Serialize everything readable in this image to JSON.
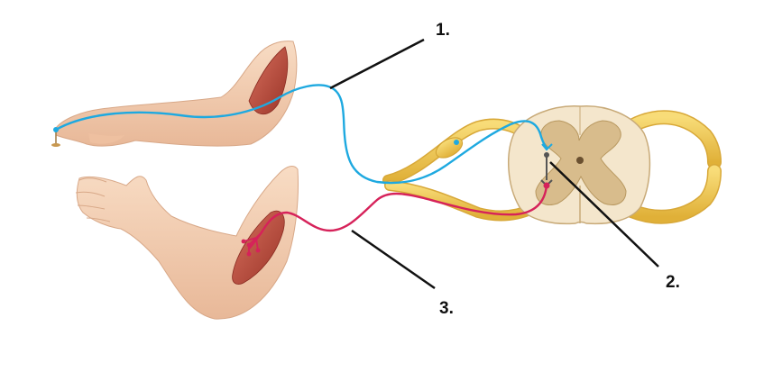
{
  "labels": {
    "one": "1.",
    "two": "2.",
    "three": "3."
  },
  "colors": {
    "sensory_neuron": "#1ea9e0",
    "motor_neuron": "#d6225a",
    "interneuron": "#555555",
    "nerve": "#f1c84a",
    "skin": "#f3cdb0",
    "muscle": "#b8483c",
    "gray_matter": "#d8bc8c",
    "white_matter": "#f4e6cc"
  },
  "icons": {
    "stimulus": "pin-icon"
  }
}
